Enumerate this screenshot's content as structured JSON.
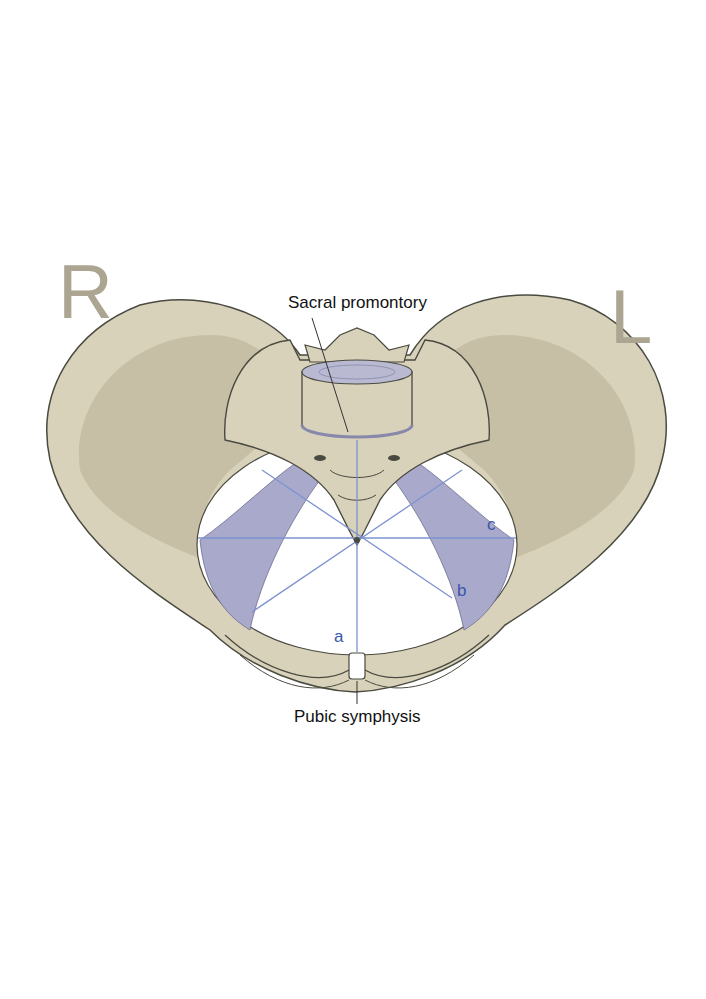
{
  "diagram": {
    "labels": [
      "R",
      "L",
      "Sacral promontory",
      "a",
      "b",
      "c",
      "Pubic symphysis"
    ]
  }
}
